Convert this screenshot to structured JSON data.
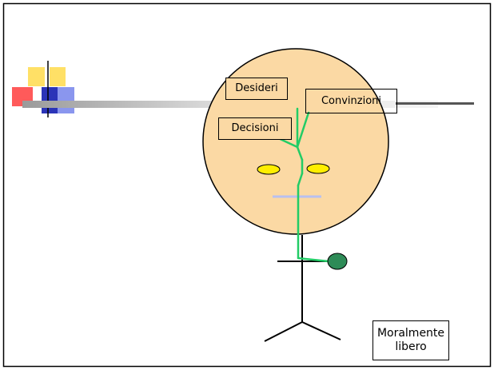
{
  "labels": {
    "desideri": "Desideri",
    "convinzioni": "Convinzioni",
    "decisioni": "Decisioni",
    "moralmente": "Moralmente",
    "libero": "libero"
  },
  "colors": {
    "face_fill": "#fbd9a4",
    "eye_fill": "#ffee00",
    "green_line": "#22cc66",
    "dark_green": "#2e8b57",
    "mouth": "#b8c0f0"
  }
}
